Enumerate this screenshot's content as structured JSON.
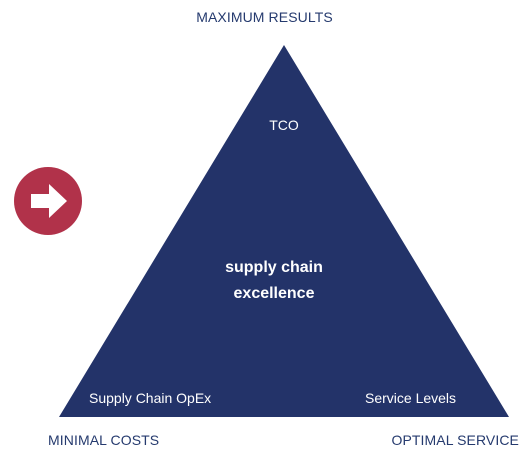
{
  "labels": {
    "top": "MAXIMUM RESULTS",
    "bottom_left": "MINIMAL COSTS",
    "bottom_right": "OPTIMAL SERVICE"
  },
  "pyramid": {
    "apex": "TCO",
    "center_line1": "supply chain",
    "center_line2": "excellence",
    "base_left": "Supply Chain OpEx",
    "base_right": "Service Levels"
  },
  "colors": {
    "pyramid_fill": "#233369",
    "label_text": "#253a6e",
    "arrow_circle": "#b1324a"
  },
  "icons": {
    "arrow": "arrow-right-icon"
  }
}
